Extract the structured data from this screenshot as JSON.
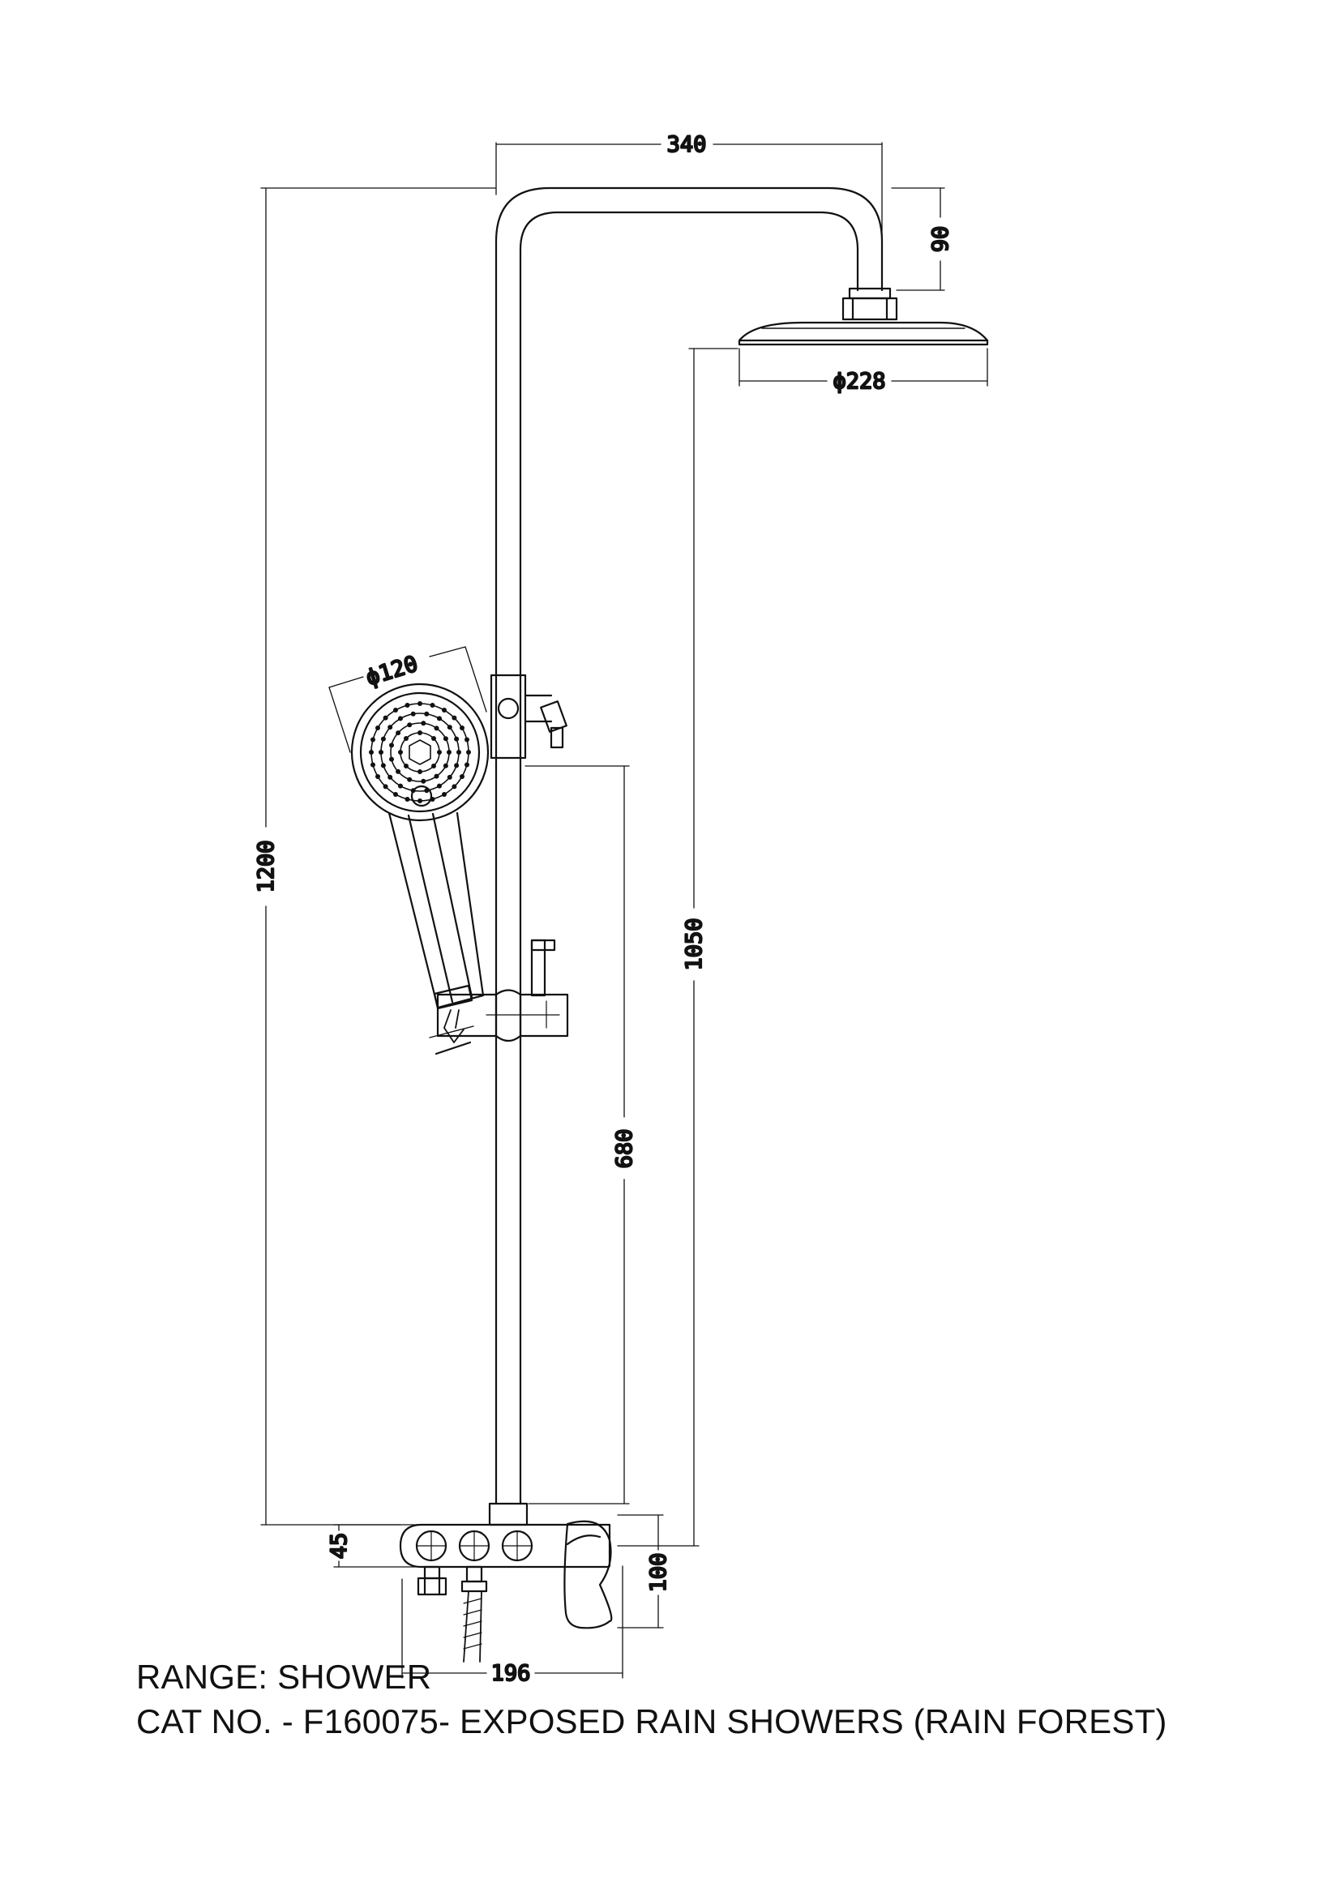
{
  "drawing": {
    "dimensions": {
      "arm_projection": "340",
      "head_drop": "90",
      "rain_head_diameter": "ϕ228",
      "hand_shower_diameter": "ϕ120",
      "overall_height": "1200",
      "rain_head_height": "1050",
      "holder_height": "680",
      "outlet_offset": "45",
      "mixer_height": "100",
      "mixer_width": "196"
    }
  },
  "caption": {
    "range": "RANGE: SHOWER",
    "catalogue": "CAT NO. - F160075- EXPOSED RAIN SHOWERS (RAIN FOREST)"
  }
}
